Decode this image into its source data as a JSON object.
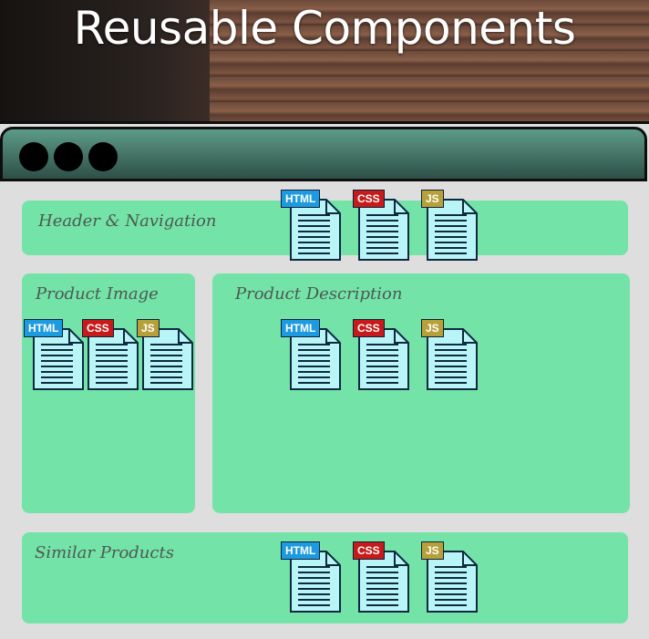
{
  "title": "Reusable Components",
  "badges": {
    "html": "HTML",
    "css": "CSS",
    "js": "JS"
  },
  "panels": {
    "header_nav": "Header & Navigation",
    "product_image": "Product Image",
    "product_description": "Product Description",
    "similar_products": "Similar Products"
  },
  "colors": {
    "panel": "#74e3a8",
    "html_badge": "#1e9ae0",
    "css_badge": "#c71a1a",
    "js_badge": "#b7a03a",
    "file_fill": "#b9f4f7"
  }
}
